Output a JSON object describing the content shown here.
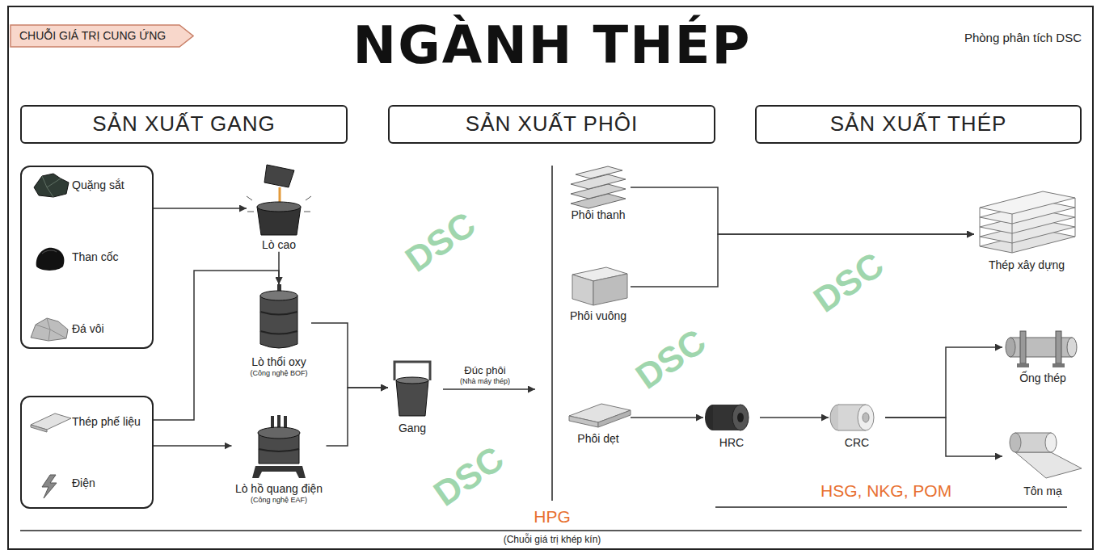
{
  "diagram": {
    "title": "NGÀNH THÉP",
    "nodes": [
      {
        "text": [
          "CHUỖI GIÁ TRỊ CUNG ỨNG"
        ]
      },
      {
        "text": [
          "SẢN XUẤT GANG"
        ]
      },
      {
        "text": [
          "SẢN XUẤT PHÔI"
        ]
      },
      {
        "text": [
          "SẢN XUẤT THÉP"
        ]
      },
      {
        "text": []
      },
      {
        "text": [
          "Quặng sắt"
        ],
        "in": 4
      },
      {
        "text": [
          "Than cốc"
        ],
        "in": 4
      },
      {
        "text": [
          "Đá vôi"
        ],
        "in": 4
      },
      {
        "text": [
          "Lò cao"
        ]
      },
      {
        "text": [
          "Lò thổi oxy",
          "(Công nghệ BOF)"
        ]
      },
      {
        "text": []
      },
      {
        "text": [
          "Thép phế liệu"
        ],
        "in": 10
      },
      {
        "text": [
          "Điện"
        ],
        "in": 10
      },
      {
        "text": [
          "Lò hồ quang điện",
          "(Công nghệ EAF)"
        ]
      },
      {
        "text": [
          "Gang"
        ]
      },
      {
        "text": [
          "Phôi thanh"
        ]
      },
      {
        "text": [
          "Phôi vuông"
        ]
      },
      {
        "text": [
          "Phôi dẹt"
        ]
      },
      {
        "text": [
          "HRC"
        ]
      },
      {
        "text": [
          "CRC"
        ]
      },
      {
        "text": [
          "Thép xây dựng"
        ]
      },
      {
        "text": [
          "Ống thép"
        ]
      },
      {
        "text": [
          "Tôn mạ"
        ]
      }
    ],
    "edges": [
      {
        "from": 4,
        "to": 8,
        "arrow": "to"
      },
      {
        "from": 8,
        "to": 9,
        "arrow": "to"
      },
      {
        "from": 10,
        "to": 9,
        "arrow": "to"
      },
      {
        "from": 10,
        "to": 13,
        "arrow": "to"
      },
      {
        "from": 9,
        "to": 14,
        "arrow": "to"
      },
      {
        "from": 13,
        "to": 14,
        "arrow": "to"
      },
      {
        "from": 15,
        "to": 20,
        "arrow": "to"
      },
      {
        "from": 16,
        "to": 20,
        "arrow": "to"
      },
      {
        "from": 17,
        "to": 18,
        "arrow": "to"
      },
      {
        "from": 18,
        "to": 19,
        "arrow": "to"
      },
      {
        "from": 19,
        "to": 21,
        "arrow": "to"
      },
      {
        "from": 19,
        "to": 22,
        "arrow": "to"
      }
    ],
    "labels": [
      "Phòng phân tích DSC",
      "Đúc phôi",
      "(Nhà máy thép)",
      "HSG, NKG, POM",
      "HPG",
      "(Chuỗi giá trị khép kín)",
      "DSC",
      "DSC",
      "DSC",
      "DSC"
    ]
  }
}
